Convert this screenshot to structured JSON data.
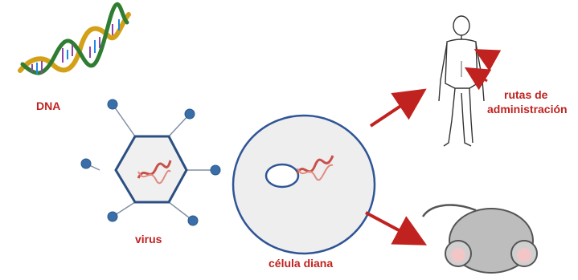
{
  "labels": {
    "dna": "DNA",
    "virus": "virus",
    "target_cell": "célula diana",
    "routes_line1": "rutas de",
    "routes_line2": "administración"
  },
  "colors": {
    "label": "#c0221f",
    "arrow": "#c0221f",
    "node_fill": "#3a6ea8",
    "node_stroke": "#2b5a8e",
    "hexagon_stroke": "#2b4f82",
    "hexagon_fill": "#f0f0f0",
    "cell_fill": "#eeeeee",
    "cell_stroke": "#2f5597",
    "dna_strand_a": "#d4a017",
    "dna_strand_b": "#2e7d32",
    "plasmid_dna": "#c8504a",
    "mouse_fill": "#bdbdbd"
  },
  "icons": {
    "dna": "dna-double-helix-icon",
    "virus": "hexagonal-virus-capsid-icon",
    "cell": "target-cell-icon",
    "human": "human-body-outline-icon",
    "mouse": "mouse-icon"
  }
}
